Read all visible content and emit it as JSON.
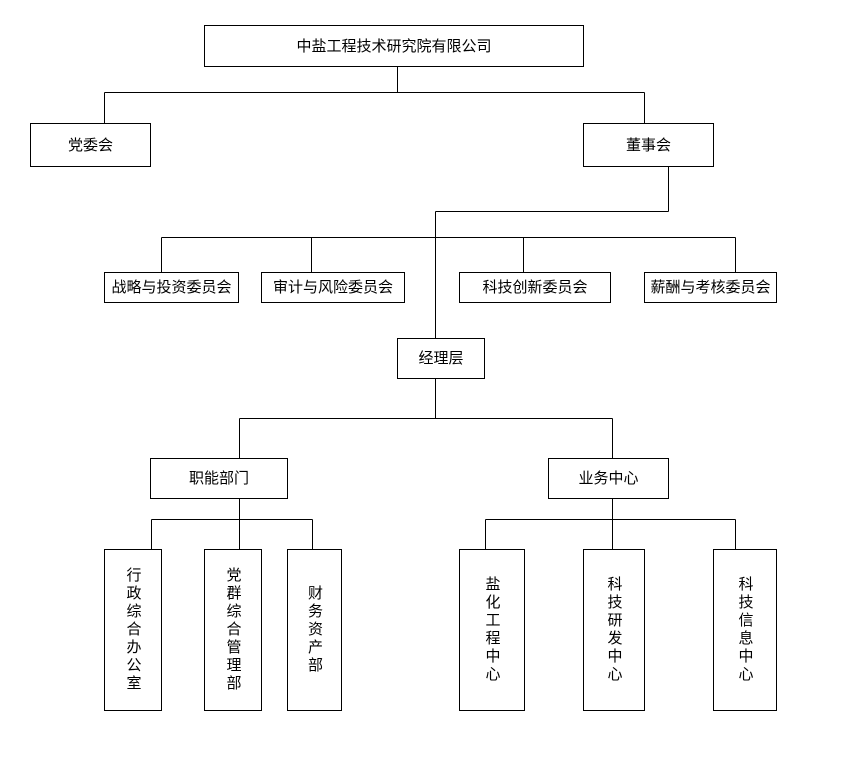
{
  "org": {
    "company": "中盐工程技术研究院有限公司",
    "party_committee": "党委会",
    "board": "董事会",
    "committees": [
      "战略与投资委员会",
      "审计与风险委员会",
      "科技创新委员会",
      "薪酬与考核委员会"
    ],
    "management": "经理层",
    "functional_departments": {
      "label": "职能部门",
      "units": [
        "行政综合办公室",
        "党群综合管理部",
        "财务资产部"
      ]
    },
    "business_centers": {
      "label": "业务中心",
      "units": [
        "盐化工程中心",
        "科技研发中心",
        "科技信息中心"
      ]
    }
  },
  "colors": {
    "line": "#000000",
    "box_border": "#000000",
    "background": "#ffffff"
  }
}
